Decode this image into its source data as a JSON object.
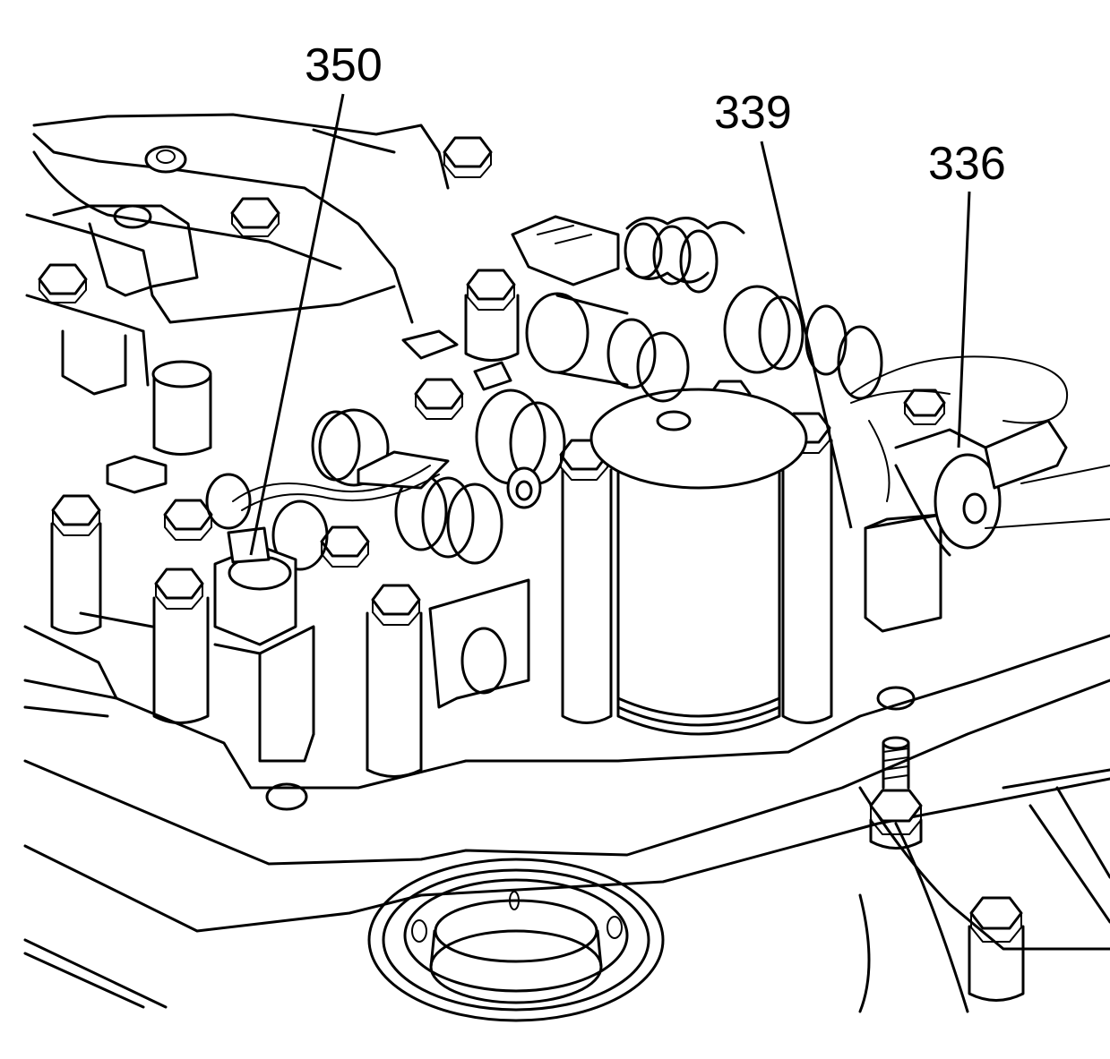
{
  "callouts": [
    {
      "id": "callout-350",
      "label": "350"
    },
    {
      "id": "callout-339",
      "label": "339"
    },
    {
      "id": "callout-336",
      "label": "336"
    }
  ],
  "colors": {
    "line": "#000000",
    "background": "#ffffff"
  }
}
